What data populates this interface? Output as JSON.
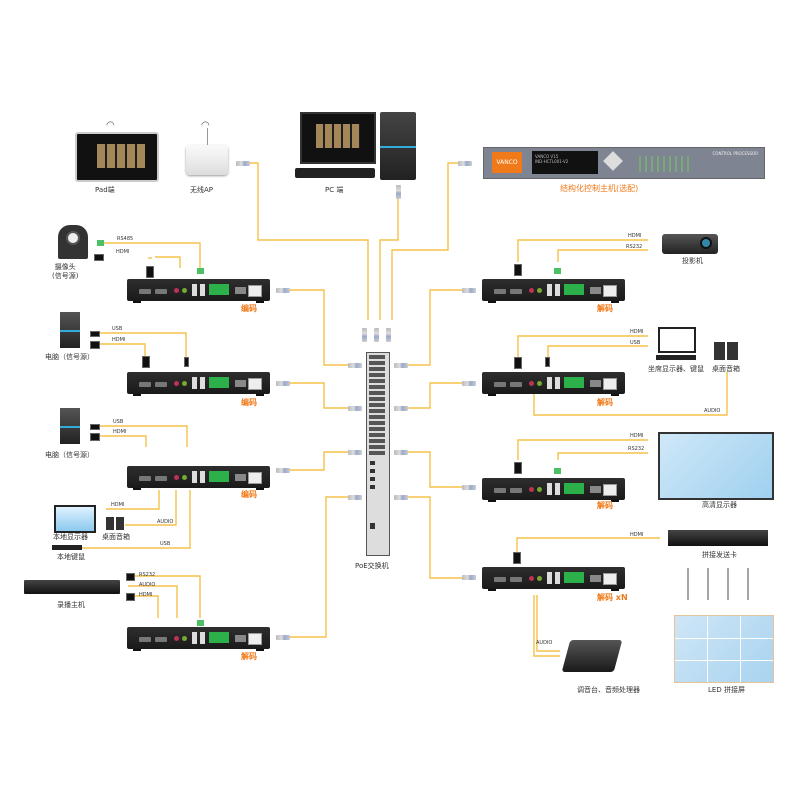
{
  "top": {
    "pad_label": "Pad端",
    "ap_label": "无线AP",
    "pc_label": "PC 端",
    "controller": {
      "label": "结构化控制主机(选配)",
      "brand": "VANCO",
      "panel_text": "CONTROL PROCESSOR",
      "lcd_lines": [
        "VANCO V15",
        "IND-HCTL001-V2"
      ]
    }
  },
  "switch": {
    "label": "PoE交换机"
  },
  "left": [
    {
      "source": "摄像头\n(信号源)",
      "cables": [
        "RS485",
        "HDMI"
      ],
      "unit_label": "编码"
    },
    {
      "source": "电脑（信号源）",
      "cables": [
        "USB",
        "HDMI"
      ],
      "unit_label": "编码"
    },
    {
      "source": "电脑（信号源）",
      "cables": [
        "USB",
        "HDMI"
      ],
      "unit_label": "编码",
      "outputs": {
        "monitor": "本地显示器",
        "speaker": "桌面音箱",
        "keyboard": "本地键鼠",
        "cables": [
          "HDMI",
          "AUDIO",
          "USB"
        ]
      }
    },
    {
      "source": "录播主机",
      "cables": [
        "RS232",
        "AUDIO",
        "HDMI"
      ],
      "unit_label": "解码"
    }
  ],
  "right": [
    {
      "target": "投影机",
      "cables": [
        "HDMI",
        "RS232"
      ],
      "unit_label": "解码"
    },
    {
      "target": "坐席显示器、键鼠",
      "extra_target": "桌面音箱",
      "cables": [
        "HDMI",
        "USB",
        "AUDIO"
      ],
      "unit_label": "解码"
    },
    {
      "target": "高清显示器",
      "cables": [
        "HDMI",
        "RS232"
      ],
      "unit_label": "解码"
    },
    {
      "target": "拼接发送卡",
      "wall": "LED 拼接屏",
      "mixer": "调音台、音频处理器",
      "cables": [
        "HDMI",
        "AUDIO"
      ],
      "unit_label": "解码 xN"
    }
  ],
  "colors": {
    "wire": "#f6c04a",
    "accent": "#f07a1a",
    "device": "#1f1f1f",
    "terminal": "#2bb04a"
  }
}
